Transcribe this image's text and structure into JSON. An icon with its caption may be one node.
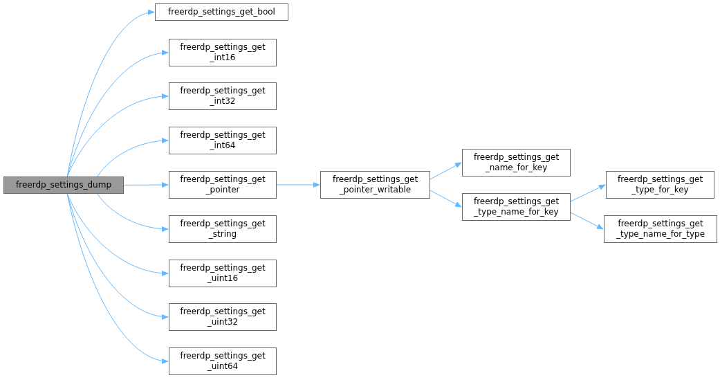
{
  "diagram": {
    "nodes": [
      {
        "text": [
          "freerdp_settings_dump"
        ]
      },
      {
        "text": [
          "freerdp_settings_get_bool"
        ]
      },
      {
        "text": [
          "freerdp_settings_get _int16"
        ]
      },
      {
        "text": [
          "freerdp_settings_get _int32"
        ]
      },
      {
        "text": [
          "freerdp_settings_get _int64"
        ]
      },
      {
        "text": [
          "freerdp_settings_get _pointer"
        ]
      },
      {
        "text": [
          "freerdp_settings_get _string"
        ]
      },
      {
        "text": [
          "freerdp_settings_get _uint16"
        ]
      },
      {
        "text": [
          "freerdp_settings_get _uint32"
        ]
      },
      {
        "text": [
          "freerdp_settings_get _uint64"
        ]
      },
      {
        "text": [
          "freerdp_settings_get _pointer_writable"
        ]
      },
      {
        "text": [
          "freerdp_settings_get _name_for_key"
        ]
      },
      {
        "text": [
          "freerdp_settings_get _type_name_for_key"
        ]
      },
      {
        "text": [
          "freerdp_settings_get _type_for_key"
        ]
      },
      {
        "text": [
          "freerdp_settings_get _type_name_for_type"
        ]
      }
    ],
    "edges": [
      {
        "from": 0,
        "to": 1,
        "arrow": "to"
      },
      {
        "from": 0,
        "to": 2,
        "arrow": "to"
      },
      {
        "from": 0,
        "to": 3,
        "arrow": "to"
      },
      {
        "from": 0,
        "to": 4,
        "arrow": "to"
      },
      {
        "from": 0,
        "to": 5,
        "arrow": "to"
      },
      {
        "from": 0,
        "to": 6,
        "arrow": "to"
      },
      {
        "from": 0,
        "to": 7,
        "arrow": "to"
      },
      {
        "from": 0,
        "to": 8,
        "arrow": "to"
      },
      {
        "from": 0,
        "to": 9,
        "arrow": "to"
      },
      {
        "from": 5,
        "to": 10,
        "arrow": "to"
      },
      {
        "from": 10,
        "to": 11,
        "arrow": "to"
      },
      {
        "from": 10,
        "to": 12,
        "arrow": "to"
      },
      {
        "from": 12,
        "to": 13,
        "arrow": "to"
      },
      {
        "from": 12,
        "to": 14,
        "arrow": "to"
      }
    ]
  }
}
